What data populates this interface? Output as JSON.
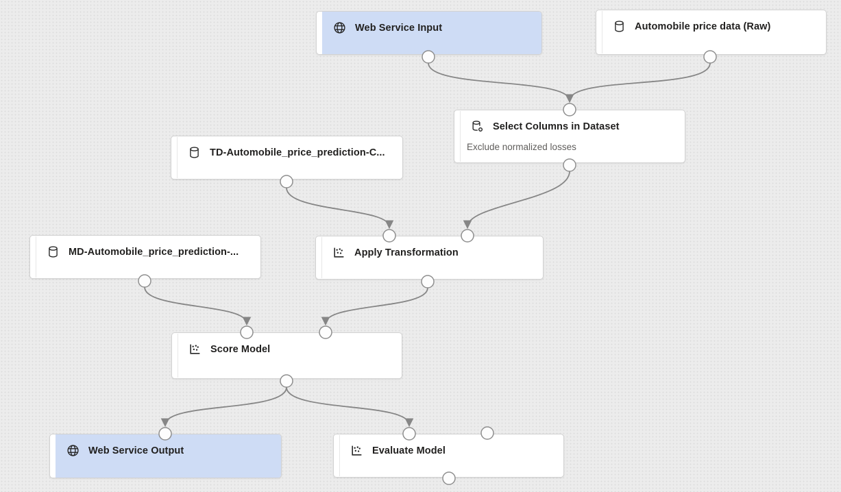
{
  "app": {
    "name": "ml-pipeline-canvas",
    "background_color": "#ececec",
    "accent_blue": "#cedcf5",
    "edge_color": "#868686"
  },
  "nodes": [
    {
      "id": "web-service-input",
      "title": "Web Service Input",
      "icon": "globe-icon",
      "variant": "blue"
    },
    {
      "id": "automobile-price-data-raw",
      "title": "Automobile price data (Raw)",
      "icon": "dataset-icon",
      "variant": "white"
    },
    {
      "id": "select-columns-in-dataset",
      "title": "Select Columns in Dataset",
      "icon": "dataset-gear-icon",
      "variant": "white",
      "comment": "Exclude normalized losses"
    },
    {
      "id": "td-dataset",
      "title": "TD-Automobile_price_prediction-C...",
      "icon": "dataset-icon",
      "variant": "white"
    },
    {
      "id": "md-dataset",
      "title": "MD-Automobile_price_prediction-...",
      "icon": "dataset-icon",
      "variant": "white"
    },
    {
      "id": "apply-transformation",
      "title": "Apply Transformation",
      "icon": "module-icon",
      "variant": "white"
    },
    {
      "id": "score-model",
      "title": "Score Model",
      "icon": "module-icon",
      "variant": "white"
    },
    {
      "id": "web-service-output",
      "title": "Web Service Output",
      "icon": "globe-icon",
      "variant": "blue"
    },
    {
      "id": "evaluate-model",
      "title": "Evaluate Model",
      "icon": "module-icon",
      "variant": "white"
    }
  ],
  "edges": [
    {
      "from": "web-service-input",
      "to": "select-columns-in-dataset",
      "to_port": "input"
    },
    {
      "from": "automobile-price-data-raw",
      "to": "select-columns-in-dataset",
      "to_port": "input"
    },
    {
      "from": "td-dataset",
      "to": "apply-transformation",
      "to_port": "left"
    },
    {
      "from": "select-columns-in-dataset",
      "to": "apply-transformation",
      "to_port": "right"
    },
    {
      "from": "md-dataset",
      "to": "score-model",
      "to_port": "left"
    },
    {
      "from": "apply-transformation",
      "to": "score-model",
      "to_port": "right"
    },
    {
      "from": "score-model",
      "to": "web-service-output",
      "to_port": "input"
    },
    {
      "from": "score-model",
      "to": "evaluate-model",
      "to_port": "left"
    }
  ]
}
